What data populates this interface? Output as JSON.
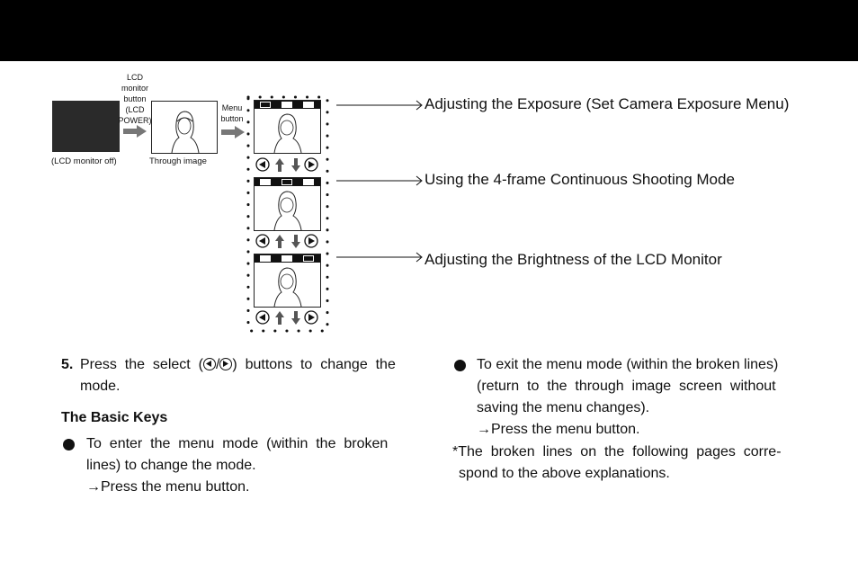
{
  "header": {
    "bar_color": "#000000"
  },
  "diagram": {
    "lcd_button_label": [
      "LCD",
      "monitor",
      "button",
      "(LCD",
      "POWER)"
    ],
    "menu_button_label": [
      "Menu",
      "button"
    ],
    "caption_off": "(LCD monitor off)",
    "caption_through": "Through image",
    "callouts": [
      "Adjusting the Exposure (Set Camera Exposure Menu)",
      "Using the 4-frame Continuous Shooting Mode",
      "Adjusting the Brightness of the LCD Monitor"
    ]
  },
  "instructions": {
    "step_number": "5.",
    "step_line1_a": "Press  the  select  (",
    "step_line1_b": ")  buttons  to  change  the",
    "step_line2": "mode.",
    "basic_keys_heading": "The Basic Keys",
    "enter_line1": "To  enter  the  menu  mode  (within  the  broken",
    "enter_line2": "lines) to change the mode.",
    "enter_action": "→Press the menu button.",
    "exit_line1": "To exit the menu mode (within the broken lines)",
    "exit_line2": "(return  to  the  through  image  screen  without",
    "exit_line3": "saving the menu changes).",
    "exit_action": "→Press the menu button.",
    "note_line1": "*The  broken  lines  on  the  following  pages  corre-",
    "note_line2": "spond to the above explanations."
  }
}
